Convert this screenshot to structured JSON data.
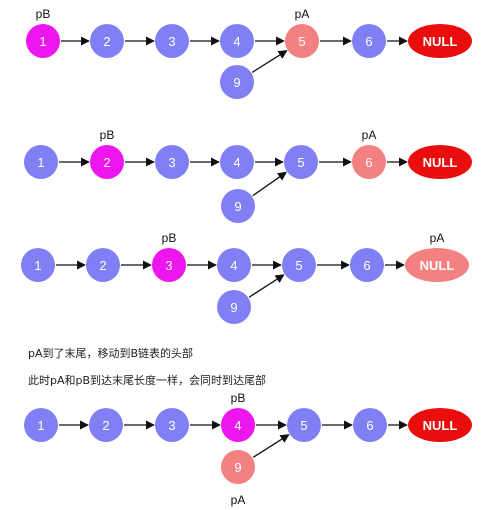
{
  "colors": {
    "node": "#8080f4",
    "pointer_b": "#ee16ee",
    "pointer_a": "#f38181",
    "null_fill": "#ea0d0d",
    "arrow": "#111111"
  },
  "notes": [
    "pA到了末尾，移动到B链表的头部",
    "此时pA和pB到达末尾长度一样，会同时到达尾部"
  ],
  "steps": [
    {
      "nodes": [
        {
          "label": "1",
          "state": "pB"
        },
        {
          "label": "2",
          "state": "normal"
        },
        {
          "label": "3",
          "state": "normal"
        },
        {
          "label": "4",
          "state": "normal"
        },
        {
          "label": "5",
          "state": "pA"
        },
        {
          "label": "6",
          "state": "normal"
        },
        {
          "label": "NULL",
          "state": "null"
        }
      ],
      "branch": {
        "label": "9",
        "state": "normal"
      },
      "pointers": [
        {
          "name": "pB",
          "at": "node-0",
          "side": "above"
        },
        {
          "name": "pA",
          "at": "node-4",
          "side": "above"
        }
      ]
    },
    {
      "nodes": [
        {
          "label": "1",
          "state": "normal"
        },
        {
          "label": "2",
          "state": "pB"
        },
        {
          "label": "3",
          "state": "normal"
        },
        {
          "label": "4",
          "state": "normal"
        },
        {
          "label": "5",
          "state": "normal"
        },
        {
          "label": "6",
          "state": "pA"
        },
        {
          "label": "NULL",
          "state": "null"
        }
      ],
      "branch": {
        "label": "9",
        "state": "normal"
      },
      "pointers": [
        {
          "name": "pB",
          "at": "node-1",
          "side": "above"
        },
        {
          "name": "pA",
          "at": "node-5",
          "side": "above"
        }
      ]
    },
    {
      "nodes": [
        {
          "label": "1",
          "state": "normal"
        },
        {
          "label": "2",
          "state": "normal"
        },
        {
          "label": "3",
          "state": "pB"
        },
        {
          "label": "4",
          "state": "normal"
        },
        {
          "label": "5",
          "state": "normal"
        },
        {
          "label": "6",
          "state": "normal"
        },
        {
          "label": "NULL",
          "state": "null-pA"
        }
      ],
      "branch": {
        "label": "9",
        "state": "normal"
      },
      "pointers": [
        {
          "name": "pB",
          "at": "node-2",
          "side": "above"
        },
        {
          "name": "pA",
          "at": "node-6",
          "side": "above"
        }
      ]
    },
    {
      "nodes": [
        {
          "label": "1",
          "state": "normal"
        },
        {
          "label": "2",
          "state": "normal"
        },
        {
          "label": "3",
          "state": "normal"
        },
        {
          "label": "4",
          "state": "pB"
        },
        {
          "label": "5",
          "state": "normal"
        },
        {
          "label": "6",
          "state": "normal"
        },
        {
          "label": "NULL",
          "state": "null"
        }
      ],
      "branch": {
        "label": "9",
        "state": "pA"
      },
      "pointers": [
        {
          "name": "pB",
          "at": "node-3",
          "side": "above"
        },
        {
          "name": "pA",
          "at": "branch",
          "side": "below"
        }
      ]
    }
  ]
}
